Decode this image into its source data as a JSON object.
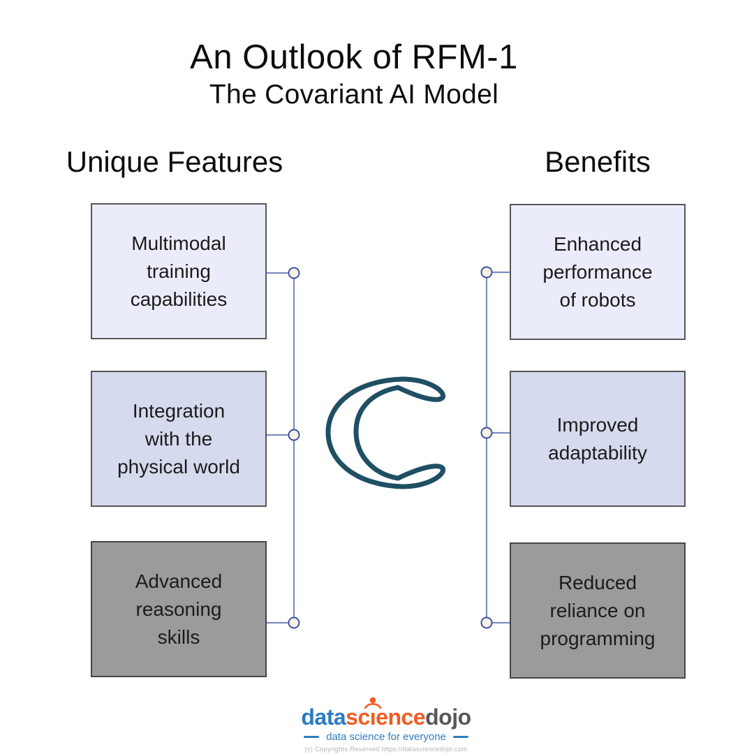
{
  "title": {
    "line1": "An Outlook of RFM-1",
    "line2": "The Covariant AI Model"
  },
  "columns": {
    "left": {
      "header": "Unique Features",
      "items": [
        {
          "text": "Multimodal\ntraining\ncapabilities"
        },
        {
          "text": "Integration\nwith the\nphysical world"
        },
        {
          "text": "Advanced\nreasoning\nskills"
        }
      ]
    },
    "right": {
      "header": "Benefits",
      "items": [
        {
          "text": "Enhanced\nperformance\nof robots"
        },
        {
          "text": "Improved\nadaptability"
        },
        {
          "text": "Reduced\nreliance on\nprogramming"
        }
      ]
    }
  },
  "center_logo": {
    "name": "covariant-c-logo",
    "stroke_color": "#1f4f63"
  },
  "connector": {
    "line_color": "#7d8cc2",
    "node_fill": "#f7f1e4",
    "node_border": "#3f51a5"
  },
  "box_colors": {
    "row1_fill": "#eaedf9",
    "row2_fill": "#d6daee",
    "row3_fill": "#9b9b9b"
  },
  "footer": {
    "brand": {
      "word1": "data",
      "word2_a": "sc",
      "word2_i": "ı",
      "word2_b": "ence",
      "word3": "dojo",
      "word1_color": "#2b7bc4",
      "word2_color": "#f25c23",
      "word3_color": "#57585b"
    },
    "tagline": "data science for everyone",
    "copyright": "(c) Copyrights Reserved  https://datasciencedojo.com"
  }
}
